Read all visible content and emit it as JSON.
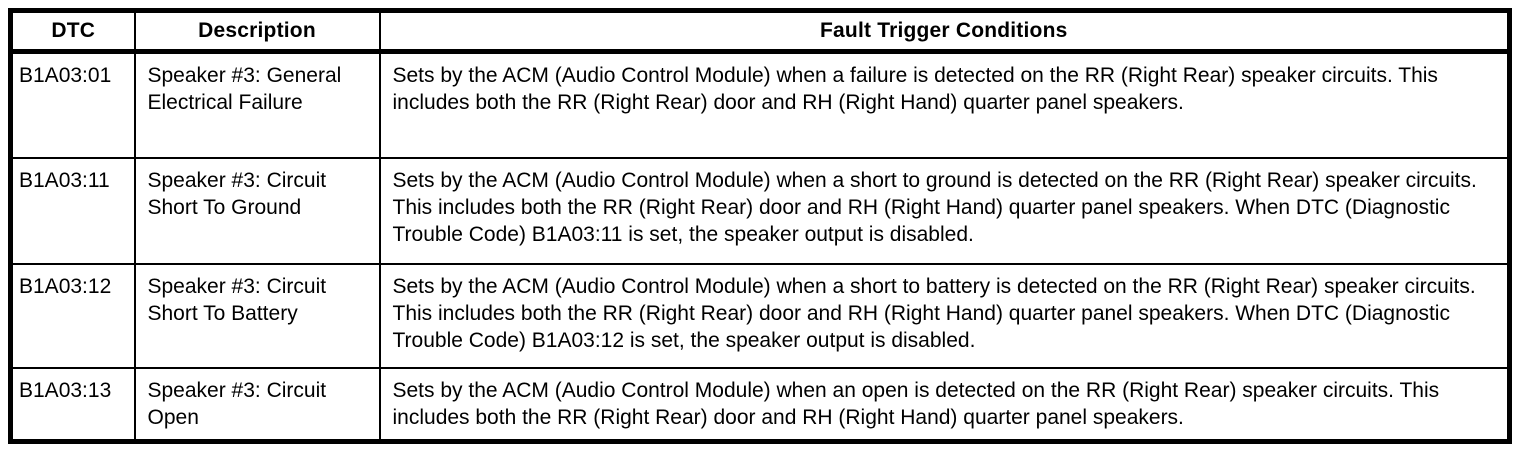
{
  "table": {
    "headers": {
      "dtc": "DTC",
      "description": "Description",
      "fault_trigger_conditions": "Fault Trigger Conditions"
    },
    "rows": [
      {
        "dtc": "B1A03:01",
        "description": "Speaker #3: General Electrical Failure",
        "fault_trigger_conditions": "Sets by the ACM (Audio Control Module) when a failure is detected on the RR (Right Rear) speaker circuits. This includes both the RR (Right Rear) door and RH (Right Hand) quarter panel speakers."
      },
      {
        "dtc": "B1A03:11",
        "description": "Speaker #3: Circuit Short To Ground",
        "fault_trigger_conditions": "Sets by the ACM (Audio Control Module) when a short to ground is detected on the RR (Right Rear) speaker circuits. This includes both the RR (Right Rear) door and RH (Right Hand) quarter panel speakers. When DTC (Diagnostic Trouble Code) B1A03:11 is set, the speaker output is disabled."
      },
      {
        "dtc": "B1A03:12",
        "description": "Speaker #3: Circuit Short To Battery",
        "fault_trigger_conditions": "Sets by the ACM (Audio Control Module) when a short to battery is detected on the RR (Right Rear) speaker circuits. This includes both the RR (Right Rear) door and RH (Right Hand) quarter panel speakers. When DTC (Diagnostic Trouble Code) B1A03:12 is set, the speaker output is disabled."
      },
      {
        "dtc": "B1A03:13",
        "description": "Speaker #3: Circuit Open",
        "fault_trigger_conditions": "Sets by the ACM (Audio Control Module) when an open is detected on the RR (Right Rear) speaker circuits. This includes both the RR (Right Rear) door and RH (Right Hand) quarter panel speakers."
      }
    ],
    "colors": {
      "border": "#000000",
      "text": "#000000",
      "background": "#ffffff"
    }
  }
}
